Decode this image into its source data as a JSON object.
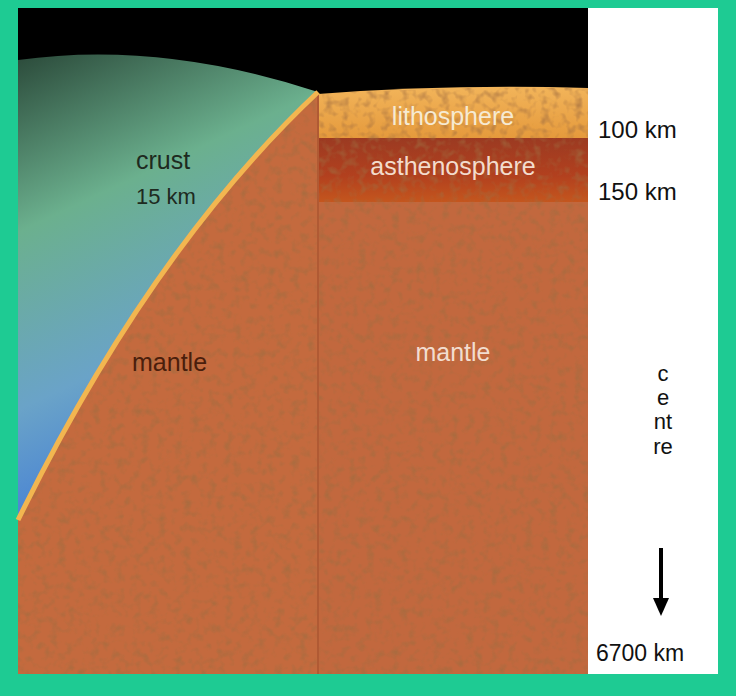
{
  "diagram": {
    "nodes": [
      {
        "text": [
          "lithosphere"
        ]
      },
      {
        "text": [
          "asthenosphere"
        ]
      },
      {
        "text": [
          "mantle"
        ]
      }
    ],
    "labels": [
      "crust",
      "15 km",
      "mantle",
      "100 km",
      "150 km",
      "centre",
      "6700 km"
    ]
  }
}
